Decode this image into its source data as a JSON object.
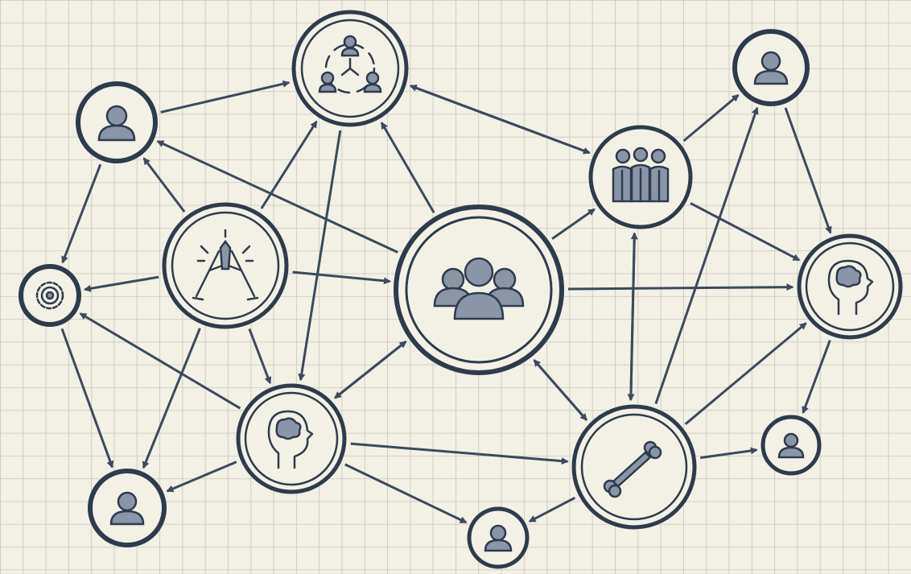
{
  "colors": {
    "background": "#f3f0e6",
    "grid": "#c9c6bd",
    "ink": "#2e3b4c",
    "edge": "#3b4a5c",
    "icon_fill": "#8a96a8"
  },
  "diagram": {
    "type": "network-graph",
    "nodes": [
      {
        "id": "hub",
        "icon": "group-icon"
      },
      {
        "id": "top-group",
        "icon": "team-cycle-icon"
      },
      {
        "id": "person-top-left",
        "icon": "person-icon"
      },
      {
        "id": "person-top-right",
        "icon": "person-icon"
      },
      {
        "id": "team",
        "icon": "team-icon"
      },
      {
        "id": "hands",
        "icon": "handshake-icon"
      },
      {
        "id": "gear",
        "icon": "gear-icon"
      },
      {
        "id": "mind-right",
        "icon": "head-brain-icon"
      },
      {
        "id": "mind-lower",
        "icon": "head-brain-icon"
      },
      {
        "id": "tool",
        "icon": "bone-tool-icon"
      },
      {
        "id": "person-bottom-left",
        "icon": "person-icon"
      },
      {
        "id": "person-bottom-mid",
        "icon": "person-icon"
      },
      {
        "id": "person-right-small",
        "icon": "person-icon"
      }
    ],
    "edges": [
      [
        "person-top-left",
        "top-group"
      ],
      [
        "top-group",
        "team"
      ],
      [
        "team",
        "top-group"
      ],
      [
        "hub",
        "person-top-left"
      ],
      [
        "hands",
        "person-top-left"
      ],
      [
        "hands",
        "top-group"
      ],
      [
        "top-group",
        "mind-lower"
      ],
      [
        "hub",
        "top-group"
      ],
      [
        "person-top-left",
        "gear"
      ],
      [
        "hands",
        "gear"
      ],
      [
        "hands",
        "hub"
      ],
      [
        "hands",
        "mind-lower"
      ],
      [
        "hands",
        "person-bottom-left"
      ],
      [
        "gear",
        "person-bottom-left"
      ],
      [
        "mind-lower",
        "gear"
      ],
      [
        "mind-lower",
        "person-bottom-left"
      ],
      [
        "hub",
        "mind-lower"
      ],
      [
        "mind-lower",
        "hub"
      ],
      [
        "hub",
        "team"
      ],
      [
        "hub",
        "mind-right"
      ],
      [
        "hub",
        "tool"
      ],
      [
        "tool",
        "hub"
      ],
      [
        "team",
        "person-top-right"
      ],
      [
        "team",
        "mind-right"
      ],
      [
        "person-top-right",
        "mind-right"
      ],
      [
        "team",
        "tool"
      ],
      [
        "tool",
        "team"
      ],
      [
        "tool",
        "person-top-right"
      ],
      [
        "tool",
        "mind-right"
      ],
      [
        "mind-right",
        "person-right-small"
      ],
      [
        "tool",
        "person-right-small"
      ],
      [
        "mind-lower",
        "tool"
      ],
      [
        "mind-lower",
        "person-bottom-mid"
      ],
      [
        "tool",
        "person-bottom-mid"
      ]
    ]
  }
}
